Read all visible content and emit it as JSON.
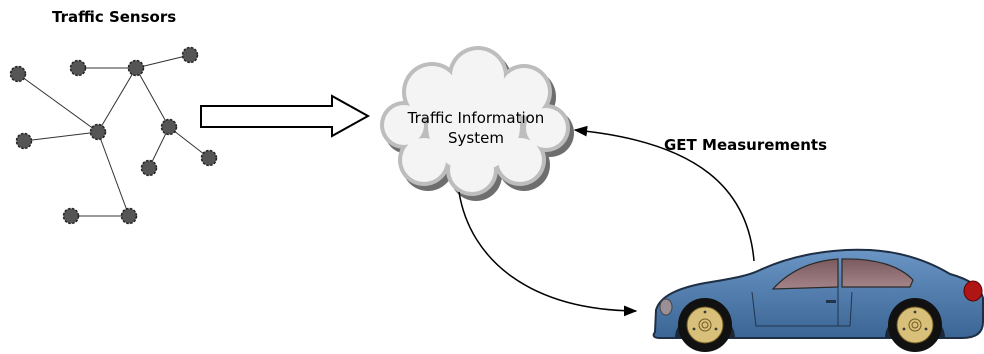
{
  "title": "Traffic Sensors",
  "cloud": {
    "line1": "Traffic Information",
    "line2": "System"
  },
  "request_label": "GET Measurements",
  "colors": {
    "sensor_fill": "#555555",
    "car_body": "#4a78a8",
    "cloud_fill": "#f4f4f4",
    "hub_fill": "#d9c07a"
  },
  "icons": [
    "sensor-node-icon",
    "block-arrow-icon",
    "cloud-icon",
    "car-icon"
  ]
}
